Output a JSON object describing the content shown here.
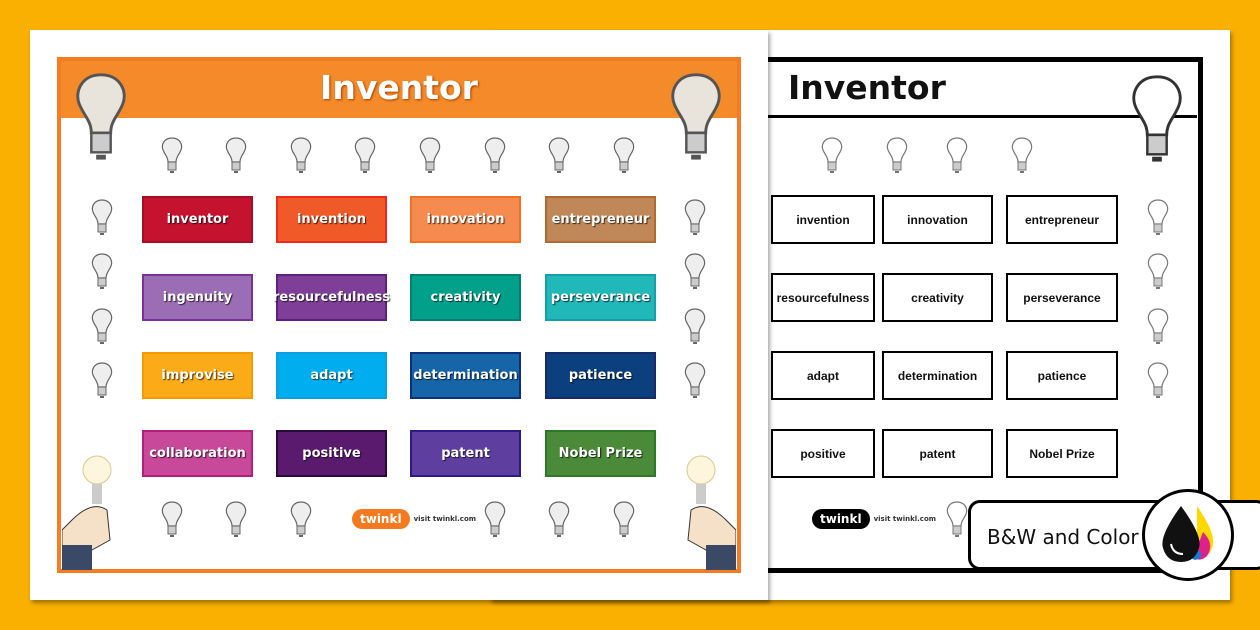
{
  "color_sheet": {
    "title": "Inventor",
    "words": [
      {
        "label": "inventor",
        "bg": "#c4122f",
        "border": "#a50f28"
      },
      {
        "label": "invention",
        "bg": "#f05a28",
        "border": "#ee2a1c"
      },
      {
        "label": "innovation",
        "bg": "#f68b4f",
        "border": "#f36f21"
      },
      {
        "label": "entrepreneur",
        "bg": "#c08858",
        "border": "#b06a30"
      },
      {
        "label": "ingenuity",
        "bg": "#9b6db5",
        "border": "#7a2f9a"
      },
      {
        "label": "resourcefulness",
        "bg": "#7f3f98",
        "border": "#5f1f7e"
      },
      {
        "label": "creativity",
        "bg": "#00a08a",
        "border": "#00806e"
      },
      {
        "label": "perseverance",
        "bg": "#20b8b8",
        "border": "#13a0a8"
      },
      {
        "label": "improvise",
        "bg": "#fbab18",
        "border": "#f79a00"
      },
      {
        "label": "adapt",
        "bg": "#00aeef",
        "border": "#0c9fe0"
      },
      {
        "label": "determination",
        "bg": "#1565a8",
        "border": "#0c2f7e"
      },
      {
        "label": "patience",
        "bg": "#0b3f7e",
        "border": "#172a6a"
      },
      {
        "label": "collaboration",
        "bg": "#c8489a",
        "border": "#b5207e"
      },
      {
        "label": "positive",
        "bg": "#5a1a6e",
        "border": "#2a0a3a"
      },
      {
        "label": "patent",
        "bg": "#5e3fa0",
        "border": "#2a1a8a"
      },
      {
        "label": "Nobel Prize",
        "bg": "#4a8a38",
        "border": "#2a7a28"
      }
    ],
    "logo_text": "twinkl",
    "logo_url": "visit twinkl.com"
  },
  "bw_sheet": {
    "title": "Inventor",
    "words": [
      "invention",
      "innovation",
      "entrepreneur",
      "resourcefulness",
      "creativity",
      "perseverance",
      "adapt",
      "determination",
      "patience",
      "positive",
      "patent",
      "Nobel Prize"
    ],
    "logo_text": "twinkl",
    "logo_url": "visit twinkl.com"
  },
  "badge": {
    "label": "B&W and Color",
    "icon": "ink-drops-icon"
  },
  "colors": {
    "background": "#f9b000",
    "accent": "#f58a2a"
  }
}
